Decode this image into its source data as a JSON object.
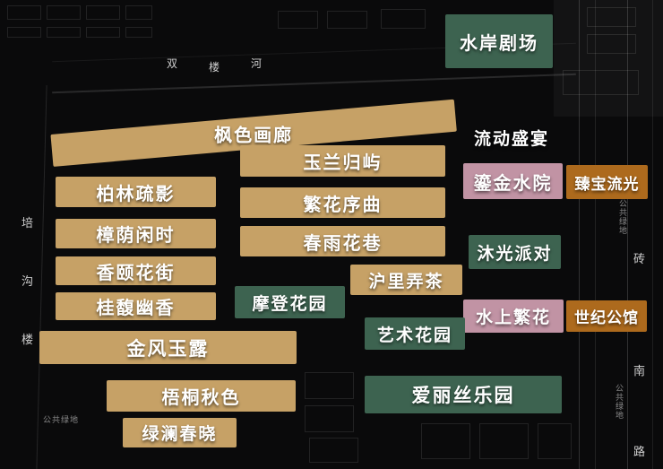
{
  "zones": {
    "shuian_juchang": "水岸剧场",
    "liudong_shengyan": "流动盛宴",
    "liujin_shuiyuan": "鎏金水院",
    "zhenbao_liuguang": "臻宝流光",
    "fengse_hualang": "枫色画廊",
    "yulan_guiyu": "玉兰归屿",
    "bolin_shuying": "柏林疏影",
    "fanhua_xuqu": "繁花序曲",
    "zhangyin_xianshi": "樟荫闲时",
    "chunyu_huaxiang": "春雨花巷",
    "xiangyi_huajie": "香颐花街",
    "muguang_paidui": "沐光派对",
    "huli_nongcha": "沪里弄茶",
    "guifu_youxiang": "桂馥幽香",
    "modeng_huayuan": "摩登花园",
    "shuishang_fanhua": "水上繁花",
    "shiji_gongguan": "世纪公馆",
    "yishu_huayuan": "艺术花园",
    "jinfeng_yulu": "金风玉露",
    "wutong_qiuse": "梧桐秋色",
    "alisi_leyuan": "爱丽丝乐园",
    "lvlan_chunxiao": "绿澜春晓"
  },
  "bg_labels": {
    "river_chars": [
      "双",
      "楼",
      "河"
    ],
    "left_road_chars": [
      "培",
      "沟",
      "楼"
    ],
    "right_road_chars": [
      "砖",
      "南",
      "路"
    ],
    "green_space": "公共绿地"
  },
  "colors": {
    "tan": "#c6a166",
    "green": "#3d6350",
    "pink": "#c193a4",
    "orange": "#ad6a1d",
    "background": "#0a0a0b"
  }
}
